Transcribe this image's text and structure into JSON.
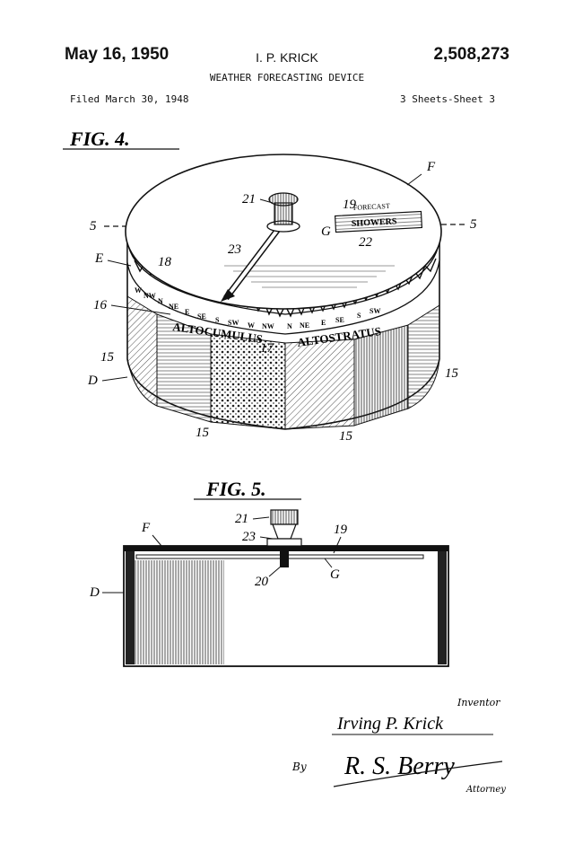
{
  "header": {
    "date": "May 16, 1950",
    "inventor": "I. P. KRICK",
    "patent_number": "2,508,273",
    "title": "WEATHER FORECASTING DEVICE",
    "filed": "Filed March 30, 1948",
    "sheets": "3 Sheets-Sheet 3"
  },
  "fig4": {
    "label": "FIG. 4.",
    "window_label": "FORECAST",
    "window_text": "SHOWERS",
    "compass_points": [
      "W",
      "NW",
      "N",
      "NE",
      "E",
      "SE",
      "S",
      "SW",
      "W",
      "NW",
      "N",
      "NE",
      "E",
      "SE",
      "S",
      "SW"
    ],
    "cloud_left": "ALTOCUMULUS",
    "cloud_right": "ALTOSTRATUS",
    "refs": {
      "F": "F",
      "r21": "21",
      "r19": "19",
      "G": "G",
      "r22": "22",
      "r23": "23",
      "r5l": "5",
      "r5r": "5",
      "E": "E",
      "r18": "18",
      "r16": "16",
      "r17": "17",
      "r15a": "15",
      "r15b": "15",
      "r15c": "15",
      "r15d": "15",
      "D": "D"
    }
  },
  "fig5": {
    "label": "FIG. 5.",
    "refs": {
      "F": "F",
      "r21": "21",
      "r19": "19",
      "r23": "23",
      "r20": "20",
      "G": "G",
      "D": "D"
    }
  },
  "signature": {
    "inventor_caption": "Inventor",
    "inventor_name": "Irving P. Krick",
    "by": "By",
    "attorney_name": "R. S. Berry",
    "attorney_caption": "Attorney"
  }
}
